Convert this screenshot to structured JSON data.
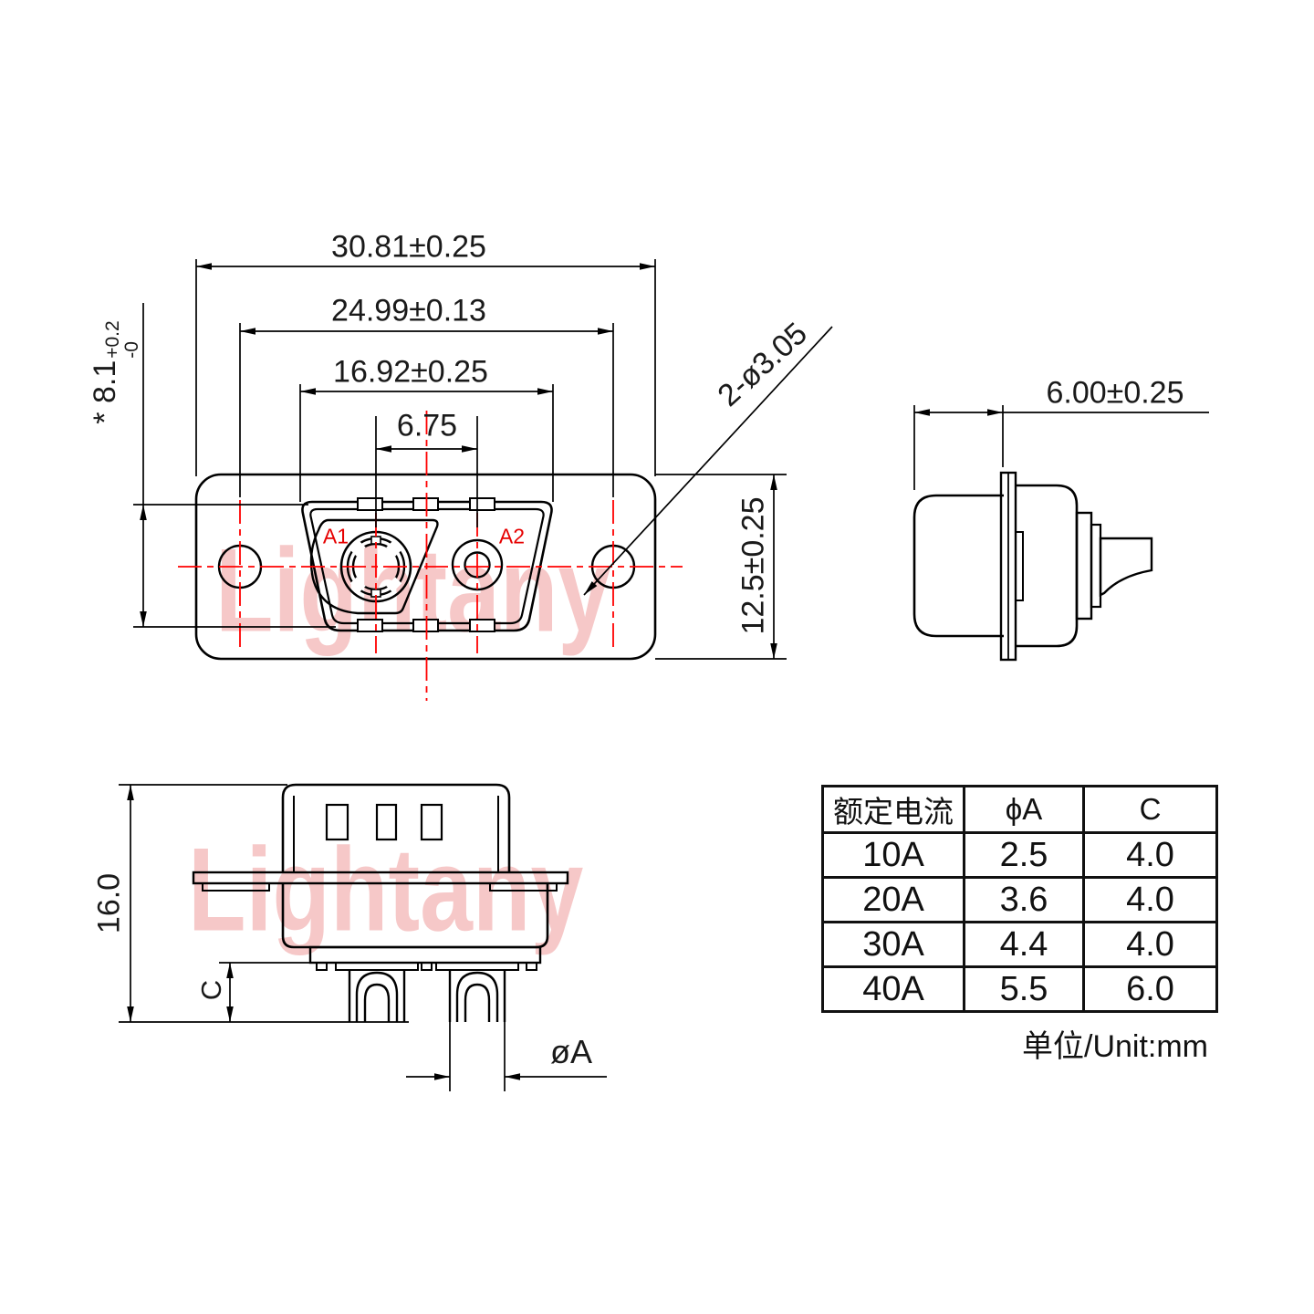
{
  "watermark": {
    "text": "Lightany"
  },
  "front_view": {
    "label_a1": "A1",
    "label_a2": "A2",
    "dim_flange_width": "30.81±0.25",
    "dim_hole_spacing": "24.99±0.13",
    "dim_shell_width": "16.92±0.25",
    "dim_contact_pitch": "6.75",
    "dim_shell_height": "* 8.1",
    "dim_shell_height_tol_plus": "+0.2",
    "dim_shell_height_tol_minus": "-0",
    "dim_flange_height": "12.5±0.25",
    "dim_mounting_holes": "2-ø3.05"
  },
  "side_view": {
    "dim_mount_depth": "6.00±0.25"
  },
  "section_view": {
    "dim_overall_height": "16.0",
    "dim_solder_cup_depth": "C",
    "dim_solder_cup_diameter": "øA"
  },
  "spec_table": {
    "col_headers": [
      "额定电流",
      "ϕA",
      "C"
    ],
    "rows": [
      [
        "10A",
        "2.5",
        "4.0"
      ],
      [
        "20A",
        "3.6",
        "4.0"
      ],
      [
        "30A",
        "4.4",
        "4.0"
      ],
      [
        "40A",
        "5.5",
        "6.0"
      ]
    ],
    "unit_note": "单位/Unit:mm"
  },
  "colors": {
    "line": "#000000",
    "centerline": "#ff0000",
    "contact_label": "#e60000",
    "watermark_pink": "#e87878"
  }
}
